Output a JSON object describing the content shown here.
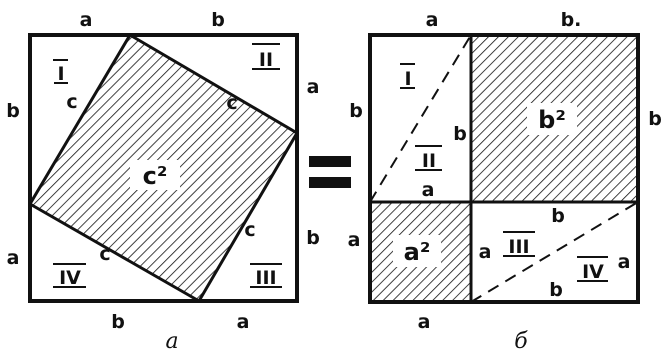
{
  "left_figure": {
    "top_labels": [
      "a",
      "b"
    ],
    "left_labels": [
      "b",
      "a"
    ],
    "right_labels": [
      "a",
      "b"
    ],
    "bottom_labels": [
      "b",
      "a"
    ],
    "side_labels": [
      "c",
      "c",
      "c",
      "c"
    ],
    "area_label": "c²",
    "triangles": [
      "I",
      "II",
      "III",
      "IV"
    ],
    "caption": "a"
  },
  "equals": "=",
  "right_figure": {
    "top_labels": [
      "a",
      "b."
    ],
    "left_labels": [
      "b",
      "a"
    ],
    "right_labels": [
      "b"
    ],
    "bottom_labels": [
      "a"
    ],
    "inner_labels": {
      "b_mid": "b",
      "a_mid": "a",
      "a_lower": "a",
      "b_lower_top": "b",
      "b_lower_bottom": "b",
      "a_right": "a"
    },
    "square_a": "a²",
    "square_b": "b²",
    "triangles": [
      "I",
      "II",
      "III",
      "IV"
    ],
    "caption": "б"
  },
  "colors": {
    "ink": "#111111",
    "paper": "#ffffff"
  }
}
